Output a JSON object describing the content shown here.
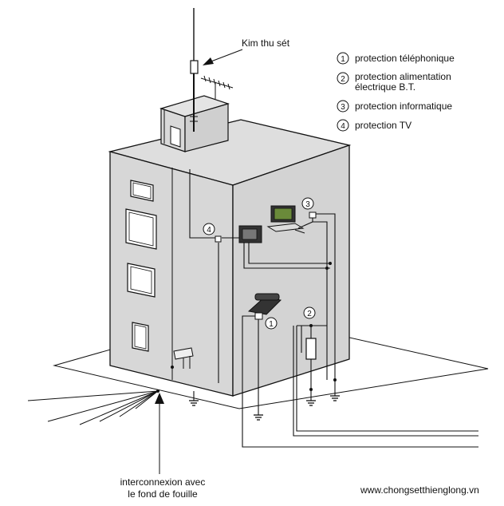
{
  "lightning_rod_label": "Kim thu sét",
  "legend": [
    {
      "number": "1",
      "text": [
        "protection téléphonique"
      ]
    },
    {
      "number": "2",
      "text": [
        "protection alimentation",
        "électrique B.T."
      ]
    },
    {
      "number": "3",
      "text": [
        "protection informatique"
      ]
    },
    {
      "number": "4",
      "text": [
        "protection TV"
      ]
    }
  ],
  "markers": {
    "telephone": "1",
    "power": "2",
    "computer": "3",
    "tv": "4"
  },
  "bottom_label": [
    "interconnexion avec",
    "le fond de fouille"
  ],
  "website": "www.chongsetthienglong.vn"
}
